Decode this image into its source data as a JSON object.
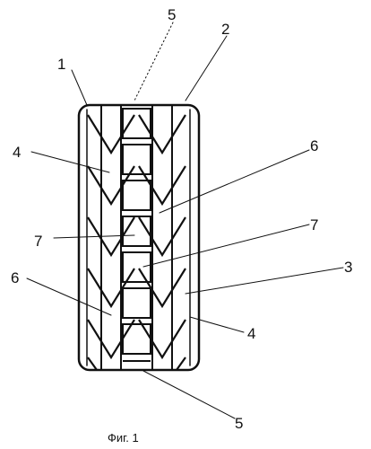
{
  "figure": {
    "caption": "Фиг. 1",
    "labels": {
      "l1": "1",
      "l2": "2",
      "l3": "3",
      "l4_left": "4",
      "l4_right": "4",
      "l5_top": "5",
      "l5_bottom": "5",
      "l6_top": "6",
      "l6_left": "6",
      "l7_left": "7",
      "l7_right": "7"
    }
  }
}
